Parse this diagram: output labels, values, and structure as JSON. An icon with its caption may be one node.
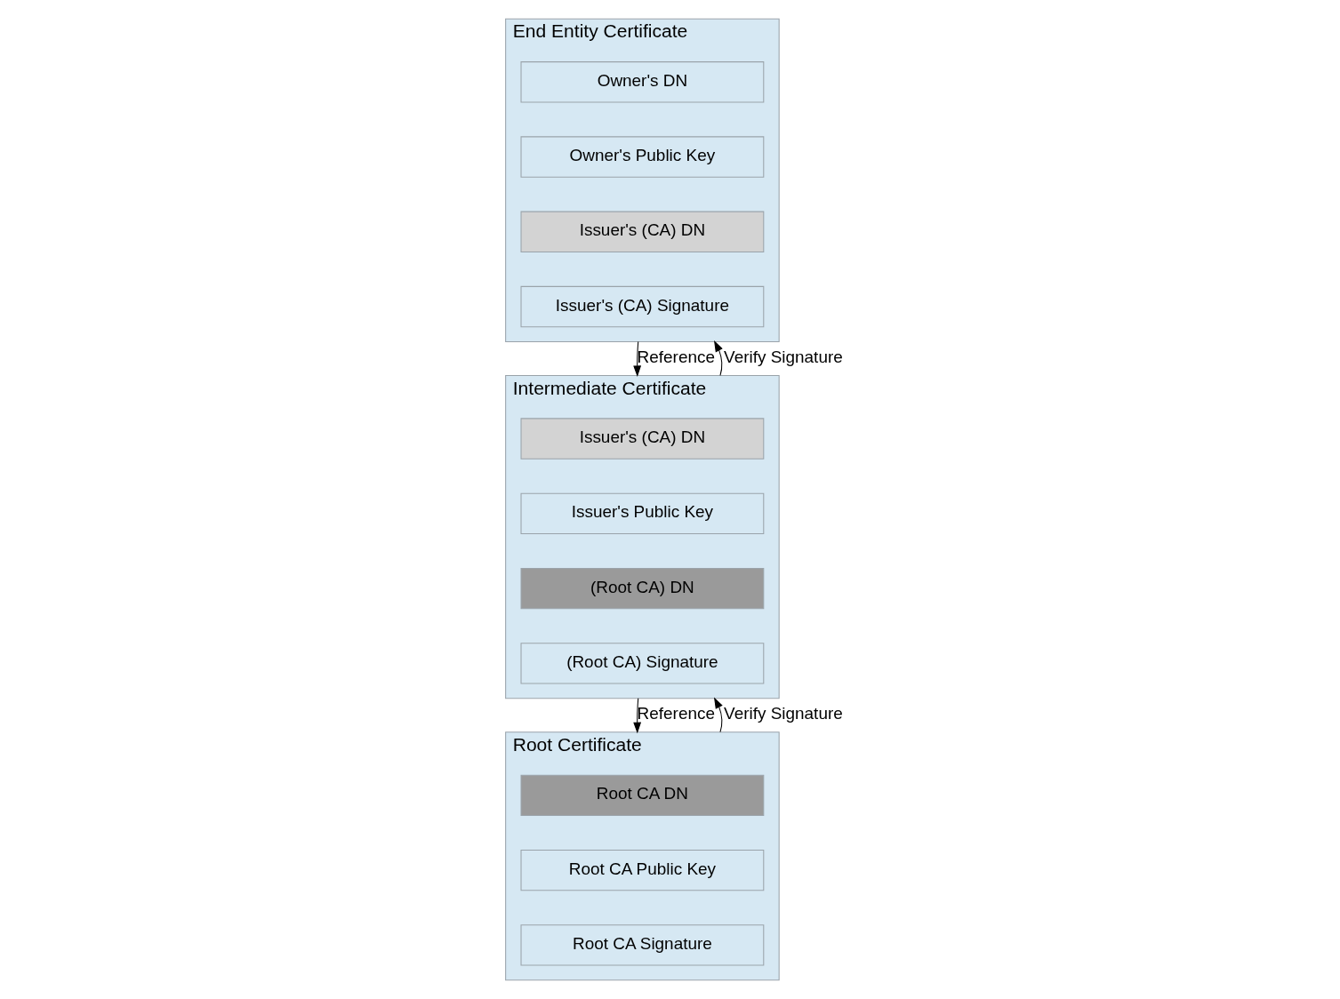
{
  "diagram": {
    "nodes": [
      {
        "text": [
          "End Entity Certificate"
        ]
      },
      {
        "text": [
          "Owner's DN"
        ],
        "in": 0
      },
      {
        "text": [
          "Owner's Public Key"
        ],
        "in": 0
      },
      {
        "text": [
          "Issuer's (CA) DN"
        ],
        "in": 0
      },
      {
        "text": [
          "Issuer's (CA) Signature"
        ],
        "in": 0
      },
      {
        "text": [
          "Intermediate Certificate"
        ]
      },
      {
        "text": [
          "Issuer's (CA) DN"
        ],
        "in": 5
      },
      {
        "text": [
          "Issuer's Public Key"
        ],
        "in": 5
      },
      {
        "text": [
          "(Root CA) DN"
        ],
        "in": 5
      },
      {
        "text": [
          "(Root CA) Signature"
        ],
        "in": 5
      },
      {
        "text": [
          "Root Certificate"
        ]
      },
      {
        "text": [
          "Root CA DN"
        ],
        "in": 10
      },
      {
        "text": [
          "Root CA Public Key"
        ],
        "in": 10
      },
      {
        "text": [
          "Root CA Signature"
        ],
        "in": 10
      }
    ],
    "edges": [
      {
        "from": 0,
        "to": 5,
        "arrow": "to",
        "label": "Reference"
      },
      {
        "from": 5,
        "to": 0,
        "arrow": "to",
        "label": "Verify Signature"
      },
      {
        "from": 5,
        "to": 10,
        "arrow": "to",
        "label": "Reference"
      },
      {
        "from": 10,
        "to": 5,
        "arrow": "to",
        "label": "Verify Signature"
      }
    ]
  }
}
